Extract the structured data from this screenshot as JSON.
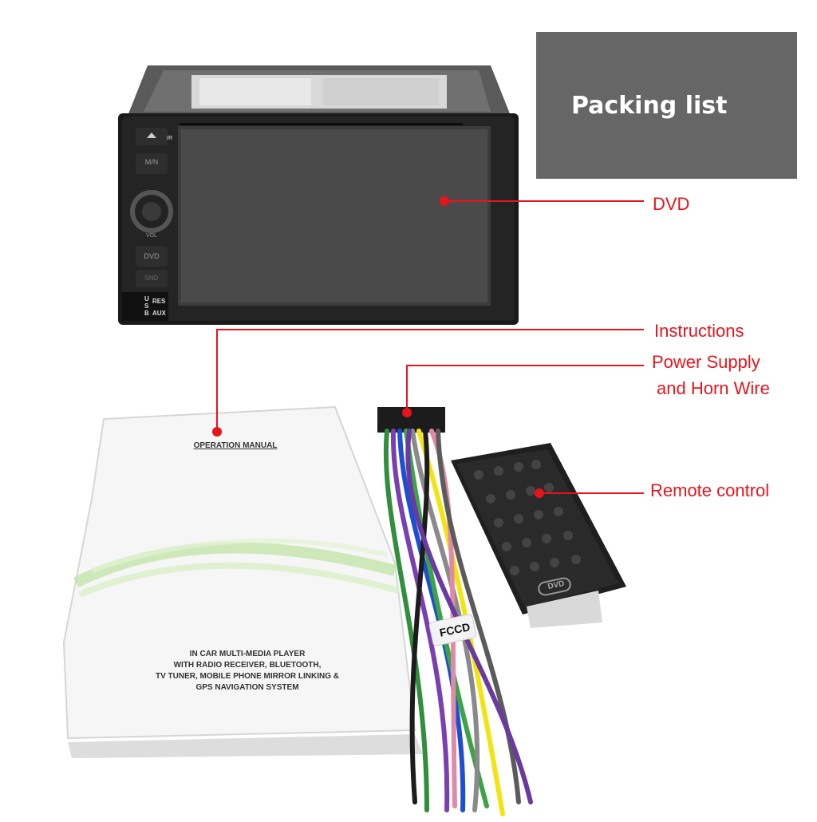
{
  "header": {
    "title": "Packing list"
  },
  "callouts": {
    "dvd": "DVD",
    "instructions": "Instructions",
    "power_line1": "Power Supply",
    "power_line2": "and Horn Wire",
    "remote": "Remote control"
  },
  "device": {
    "btn_mn": "M/N",
    "btn_dvd": "DVD",
    "btn_snd": "SND",
    "usb_label": "U\nS\nB",
    "res_label": "RES",
    "aux_label": "AUX",
    "ir_label": "IR",
    "knob_label": "VOL"
  },
  "manual": {
    "cover_title": "OPERATION MANUAL",
    "line1": "IN CAR MULTI-MEDIA PLAYER",
    "line2": "WITH RADIO RECEIVER, BLUETOOTH,",
    "line3": "TV TUNER, MOBILE PHONE MIRROR LINKING &",
    "line4": "GPS NAVIGATION SYSTEM"
  },
  "wire": {
    "tag": "FCCD"
  },
  "remote_control": {
    "brand": "DVD"
  },
  "colors": {
    "accent": "#e8141c",
    "title_bg": "#666666"
  }
}
